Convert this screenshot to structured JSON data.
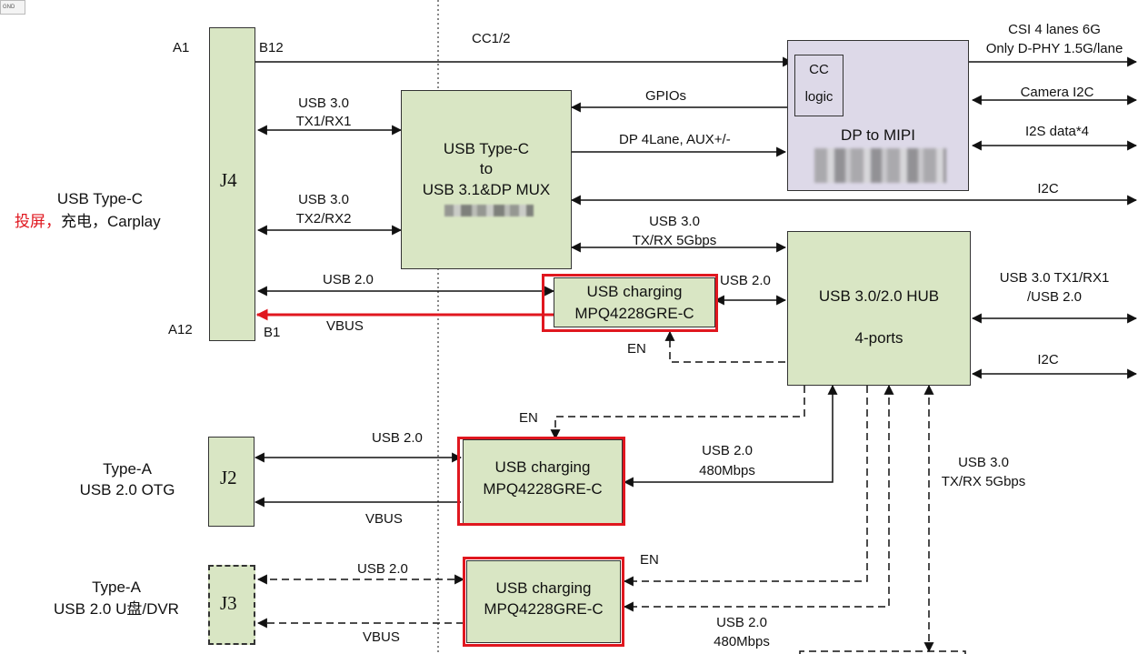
{
  "corner_tag": "GND",
  "connectors": {
    "j4": "J4",
    "j2": "J2",
    "j3": "J3"
  },
  "pins": {
    "a1": "A1",
    "b12": "B12",
    "a12": "A12",
    "b1": "B1"
  },
  "left_labels": {
    "typec_title": "USB Type-C",
    "typec_sub_red": "投屏，",
    "typec_sub_black": "充电，Carplay",
    "j2_line1": "Type-A",
    "j2_line2": "USB 2.0 OTG",
    "j3_line1": "Type-A",
    "j3_line2": "USB 2.0 U盘/DVR"
  },
  "blocks": {
    "mux_line1": "USB Type-C",
    "mux_line2": "to",
    "mux_line3": "USB 3.1&DP MUX",
    "cc_line1": "CC",
    "cc_line2": "logic",
    "dp_mipi": "DP to MIPI",
    "hub_line1": "USB 3.0/2.0 HUB",
    "hub_line2": "4-ports",
    "charger1_line1": "USB charging",
    "charger1_line2": "MPQ4228GRE-C",
    "charger2_line1": "USB charging",
    "charger2_line2": "MPQ4228GRE-C",
    "charger3_line1": "USB charging",
    "charger3_line2": "MPQ4228GRE-C"
  },
  "signals": {
    "cc12": "CC1/2",
    "usb30_a": "USB 3.0",
    "tx1rx1": "TX1/RX1",
    "usb30_b": "USB 3.0",
    "tx2rx2": "TX2/RX2",
    "usb20_j4": "USB 2.0",
    "vbus_j4": "VBUS",
    "gpios": "GPIOs",
    "dp4lane": "DP 4Lane, AUX+/-",
    "usb30_hub": "USB 3.0",
    "txrx5g": "TX/RX 5Gbps",
    "usb20_hub": "USB 2.0",
    "en1": "EN",
    "en2": "EN",
    "en3": "EN",
    "usb20_j2": "USB 2.0",
    "vbus_j2": "VBUS",
    "usb20_480_a": "USB 2.0",
    "mbps480_a": "480Mbps",
    "usb20_j3": "USB 2.0",
    "vbus_j3": "VBUS",
    "usb20_480_b": "USB 2.0",
    "mbps480_b": "480Mbps",
    "usb30_down": "USB 3.0",
    "txrx5g_down": "TX/RX 5Gbps",
    "csi_line1": "CSI 4 lanes 6G",
    "csi_line2": "Only D-PHY 1.5G/lane",
    "camera_i2c": "Camera I2C",
    "i2s": "I2S data*4",
    "i2c_right1": "I2C",
    "hub_out_line1": "USB 3.0 TX1/RX1",
    "hub_out_line2": "/USB 2.0",
    "i2c_right2": "I2C"
  },
  "colors": {
    "block_fill": "#d9e6c4",
    "dp_block_fill": "#ddd9e8",
    "highlight": "#e0171f",
    "line": "#111111"
  }
}
